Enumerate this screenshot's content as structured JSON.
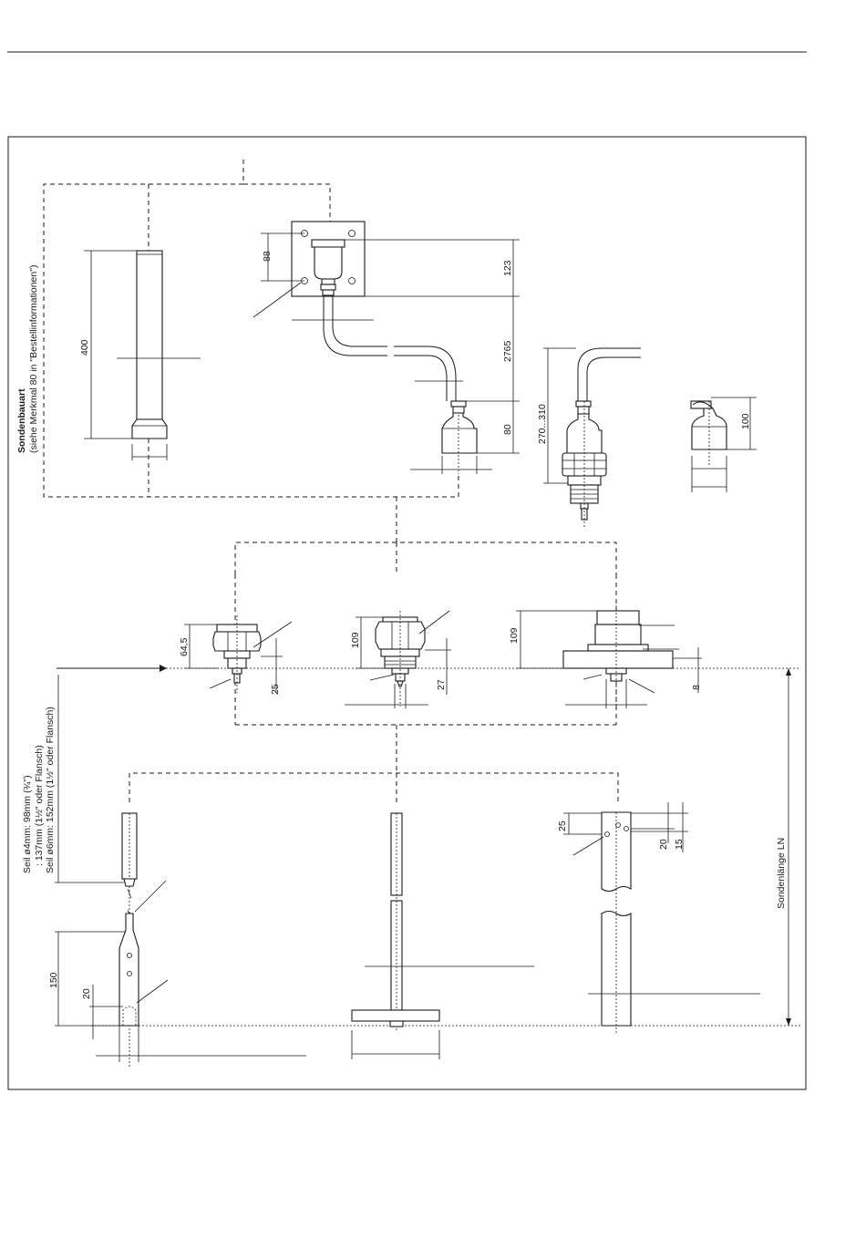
{
  "sondenbauart": {
    "title": "Sondenbauart",
    "subtitle": "(siehe Merkmal 80 in \"Bestellinformationen\")"
  },
  "dimensions": {
    "rod_length": "400",
    "mount_88": "88",
    "mount_123": "123",
    "cable_2765": "2765",
    "sensor_80": "80",
    "sensor_270_310": "270...310",
    "sensor_100": "100",
    "conn_64_5": "64,5",
    "conn_25": "25",
    "conn_109_a": "109",
    "conn_27": "27",
    "conn_109_b": "109",
    "conn_8": "8",
    "weight_150": "150",
    "weight_20": "20",
    "pipe_25": "25",
    "pipe_20": "20",
    "pipe_15": "15"
  },
  "labels": {
    "seil_line1": "Seil ø4mm: 98mm (¾\")",
    "seil_line2": ": 137mm (1½\" oder Flansch)",
    "seil_line3": "Seil ø6mm: 152mm (1½\" oder Flansch)",
    "sondenlaenge": "Sondenlänge LN"
  }
}
